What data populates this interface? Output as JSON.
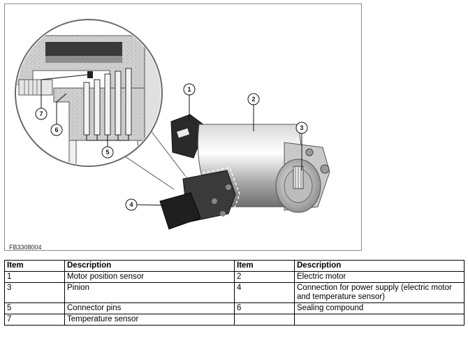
{
  "figure": {
    "code": "FB3308004",
    "callouts": [
      "1",
      "2",
      "3",
      "4",
      "5",
      "6",
      "7"
    ]
  },
  "table": {
    "headers": [
      "Item",
      "Description",
      "Item",
      "Description"
    ],
    "rows": [
      [
        "1",
        "Motor position sensor",
        "2",
        "Electric motor"
      ],
      [
        "3",
        "Pinion",
        "4",
        "Connection for power supply (electric motor and temperature sensor)"
      ],
      [
        "5",
        "Connector pins",
        "6",
        "Sealing compound"
      ],
      [
        "7",
        "Temperature sensor",
        "",
        ""
      ]
    ]
  }
}
